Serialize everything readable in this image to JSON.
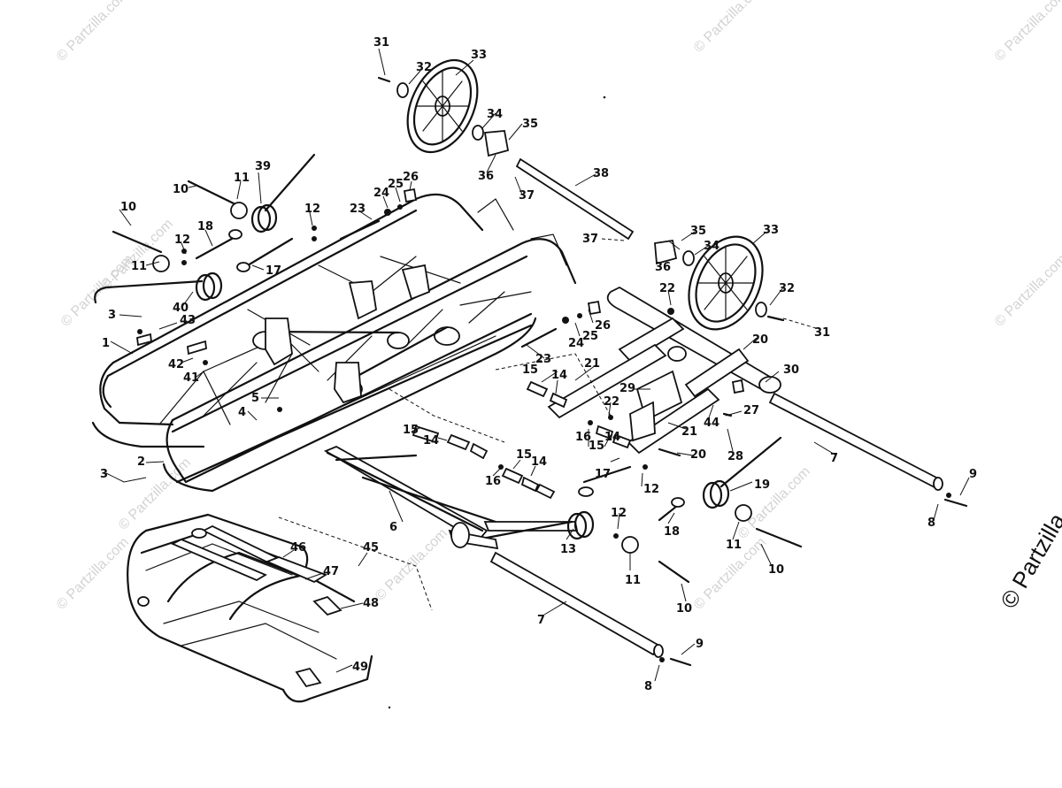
{
  "watermark": {
    "text": "© Partzilla.com",
    "side_text": "© Partzilla"
  },
  "callouts": {
    "c1": "1",
    "c2": "2",
    "c3a": "3",
    "c3b": "3",
    "c4": "4",
    "c5": "5",
    "c6": "6",
    "c7a": "7",
    "c7b": "7",
    "c8a": "8",
    "c8b": "8",
    "c9a": "9",
    "c9b": "9",
    "c10a": "10",
    "c10b": "10",
    "c10c": "10",
    "c10d": "10",
    "c11a": "11",
    "c11b": "11",
    "c11c": "11",
    "c11d": "11",
    "c12a": "12",
    "c12b": "12",
    "c12c": "12",
    "c12d": "12",
    "c13": "13",
    "c14a": "14",
    "c14b": "14",
    "c14c": "14",
    "c14d": "14",
    "c15a": "15",
    "c15b": "15",
    "c15c": "15",
    "c15d": "15",
    "c16a": "16",
    "c16b": "16",
    "c17a": "17",
    "c17b": "17",
    "c18a": "18",
    "c18b": "18",
    "c19": "19",
    "c20a": "20",
    "c20b": "20",
    "c21a": "21",
    "c21b": "21",
    "c22a": "22",
    "c22b": "22",
    "c23a": "23",
    "c23b": "23",
    "c24a": "24",
    "c24b": "24",
    "c25a": "25",
    "c25b": "25",
    "c26a": "26",
    "c26b": "26",
    "c27": "27",
    "c28": "28",
    "c29": "29",
    "c30": "30",
    "c31a": "31",
    "c31b": "31",
    "c32a": "32",
    "c32b": "32",
    "c33a": "33",
    "c33b": "33",
    "c34a": "34",
    "c34b": "34",
    "c35a": "35",
    "c35b": "35",
    "c36a": "36",
    "c36b": "36",
    "c37a": "37",
    "c37b": "37",
    "c38": "38",
    "c39": "39",
    "c40": "40",
    "c41": "41",
    "c42": "42",
    "c43": "43",
    "c44": "44",
    "c45": "45",
    "c46": "46",
    "c47": "47",
    "c48": "48",
    "c49": "49"
  }
}
